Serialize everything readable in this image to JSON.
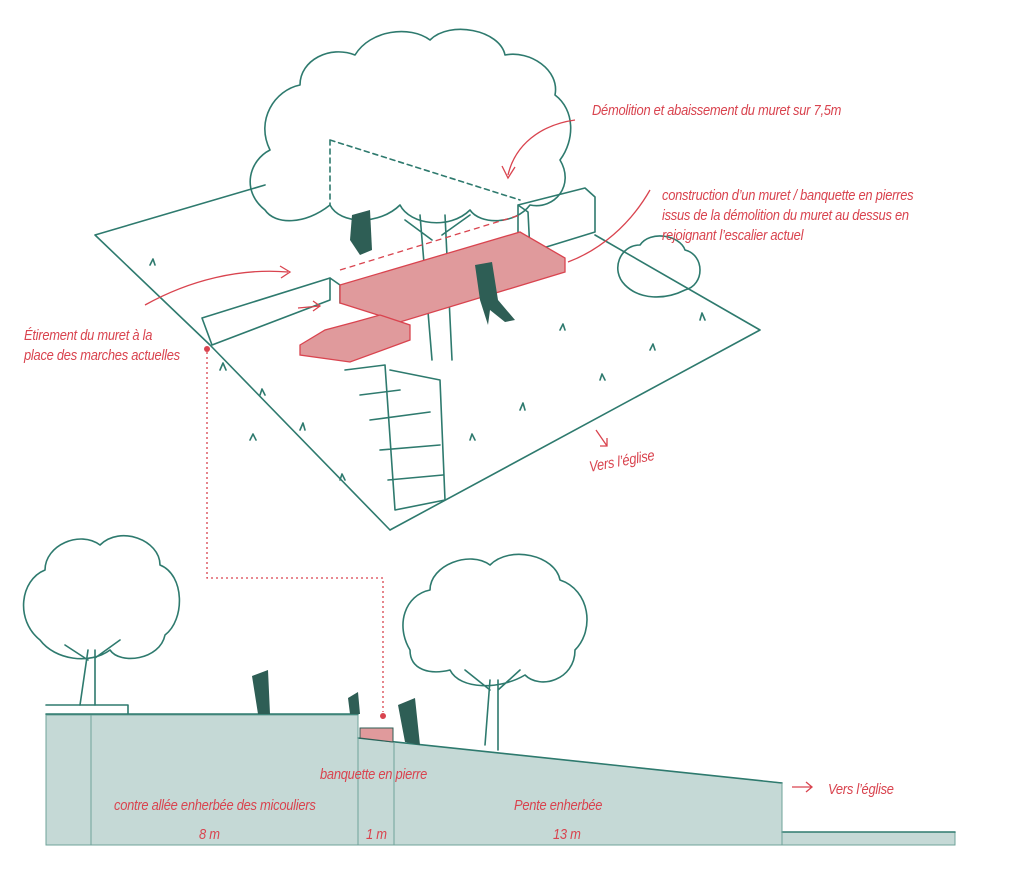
{
  "colors": {
    "annotation": "#d9444f",
    "sketch": "#2e7a6e",
    "section_fill": "#c5d9d6",
    "bench_fill": "#e09a9c"
  },
  "axonometric": {
    "annotations": {
      "demolition": "Démolition et abaissement du muret sur 7,5m",
      "construction": [
        "construction d’un muret / banquette en pierres",
        "issus de la démolition du muret au dessus en",
        "rejoignant l’escalier actuel"
      ],
      "stretch": [
        "Étirement du muret à la",
        "place des marches actuelles"
      ],
      "direction": "Vers l’église"
    }
  },
  "section": {
    "bench_label": "banquette en pierre",
    "direction": "Vers l’église",
    "zones": [
      {
        "label": "contre allée enherbée des micouliers",
        "width": "8 m"
      },
      {
        "label": "",
        "width": "1 m"
      },
      {
        "label": "Pente enherbée",
        "width": "13 m"
      }
    ]
  }
}
